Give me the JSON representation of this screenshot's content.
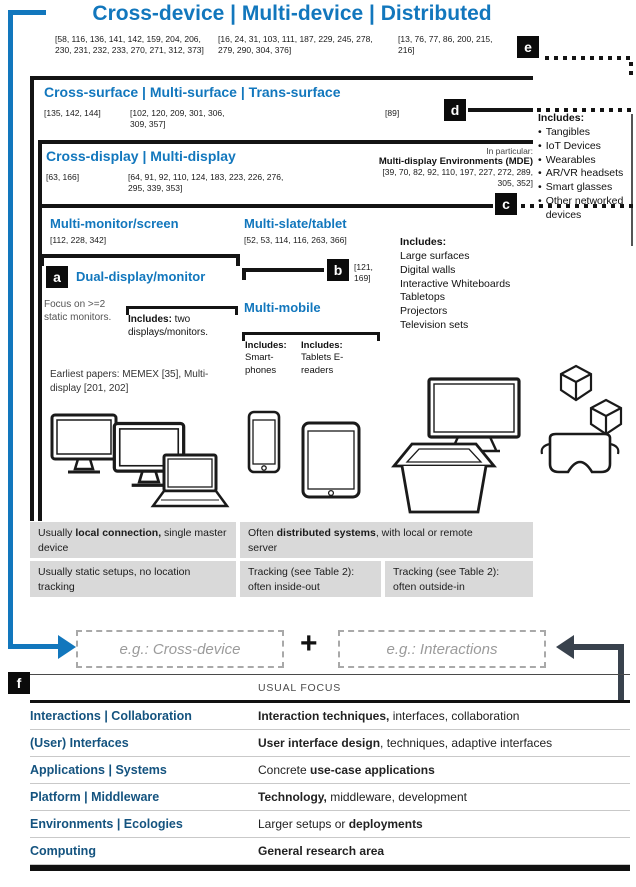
{
  "palette": {
    "blue": "#1277bd",
    "tableblue": "#14537f",
    "bargray": "#d9d9d9",
    "arrowdark": "#39424d"
  },
  "header": {
    "title": "Cross-device | Multi-device | Distributed",
    "cites": [
      "[58, 116, 136, 141, 142, 159, 204, 206, 230, 231, 232, 233, 270, 271, 312, 373]",
      "[16, 24, 31, 103, 111, 187, 229, 245, 278, 279, 290, 304, 376]",
      "[13, 76, 77, 86, 200, 215, 216]"
    ]
  },
  "markers": {
    "a": "a",
    "b": "b",
    "c": "c",
    "d": "d",
    "e": "e",
    "f": "f"
  },
  "surface_level": {
    "title": "Cross-surface | Multi-surface | Trans-surface",
    "cites": [
      "[135, 142, 144]",
      "[102, 120, 209, 301, 306, 309, 357]",
      "[89]"
    ]
  },
  "display_level": {
    "title": "Cross-display | Multi-display",
    "cite_a": "[63, 166]",
    "cite_b": "[64, 91, 92, 110, 124, 183, 223, 226, 276, 295, 339, 353]",
    "particular": "In particular:",
    "mde": "Multi-display Environments (MDE)",
    "mde_cites": "[39, 70, 82, 92, 110, 197, 227, 272, 289, 305, 352]"
  },
  "monitor_branch": {
    "title": "Multi-monitor/screen",
    "cites": "[112, 228, 342]",
    "dual_title": "Dual-display/monitor",
    "focus_note": "Focus on >=2 static monitors.",
    "includes_label": "Includes:",
    "includes_text": " two displays/monitors.",
    "earliest": "Earliest papers: MEMEX [35], Multi-display [201, 202]"
  },
  "slate_branch": {
    "title": "Multi-slate/tablet",
    "cites": "[52, 53, 114, 116, 263, 366]",
    "mobile_title": "Multi-mobile",
    "mobile_cites": "[121, 169]",
    "phones_label": "Includes:",
    "phones_text": "Smart-phones",
    "tablets_label": "Includes:",
    "tablets_text": "Tablets E-readers"
  },
  "surfaces_includes": {
    "label": "Includes:",
    "items": [
      "Large surfaces",
      "Digital walls",
      "Interactive Whiteboards",
      "Tabletops",
      "Projectors",
      "Television sets"
    ]
  },
  "device_includes": {
    "label": "Includes:",
    "items": [
      "Tangibles",
      "IoT Devices",
      "Wearables",
      "AR/VR headsets",
      "Smart glasses",
      "Other networked devices"
    ]
  },
  "bars": {
    "connection": [
      {
        "pre": "Usually ",
        "bold": "local connection,",
        "post": " single master device"
      },
      {
        "pre": "Often ",
        "bold": "distributed systems",
        "post": ", with local or remote server"
      }
    ],
    "tracking": [
      "Usually static setups, no location tracking",
      "Tracking (see Table 2): often inside-out",
      "Tracking (see Table 2): often outside-in"
    ]
  },
  "combine": {
    "left": "e.g.: Cross-device",
    "plus": "+",
    "right": "e.g.: Interactions"
  },
  "focus_table": {
    "header": "USUAL FOCUS",
    "rows": [
      {
        "term": "Interactions | Collaboration",
        "pre": "",
        "bold": "Interaction techniques,",
        "post": " interfaces, collaboration"
      },
      {
        "term": "(User) Interfaces",
        "pre": "",
        "bold": "User interface design",
        "post": ", techniques, adaptive interfaces"
      },
      {
        "term": "Applications | Systems",
        "pre": "Concrete ",
        "bold": "use-case applications",
        "post": ""
      },
      {
        "term": "Platform | Middleware",
        "pre": "",
        "bold": "Technology,",
        "post": " middleware, development"
      },
      {
        "term": "Environments | Ecologies",
        "pre": "Larger setups or ",
        "bold": "deployments",
        "post": ""
      },
      {
        "term": "Computing",
        "pre": "",
        "bold": "General research area",
        "post": ""
      }
    ]
  },
  "icons": {
    "devices": [
      "monitor",
      "monitor",
      "laptop",
      "smartphone",
      "tablet",
      "wall-display",
      "tabletop-display",
      "cube",
      "cube",
      "vr-headset"
    ]
  }
}
